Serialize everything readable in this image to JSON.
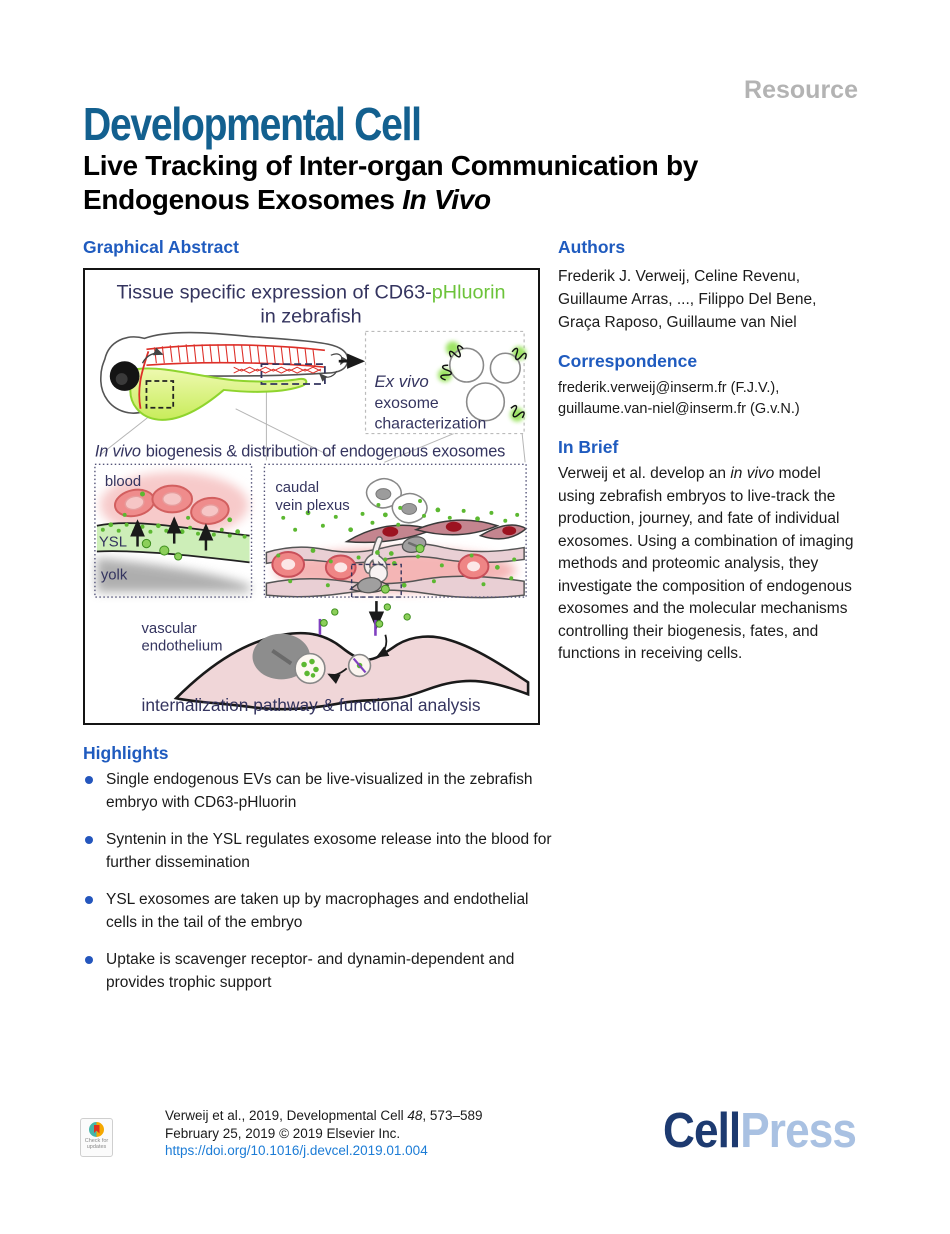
{
  "header": {
    "type_label": "Resource",
    "journal": "Developmental Cell",
    "title_line1": "Live Tracking of Inter-organ Communication by",
    "title_line2_prefix": "Endogenous Exosomes ",
    "title_line2_italic": "In Vivo"
  },
  "graphical_abstract": {
    "heading": "Graphical Abstract",
    "figure": {
      "title1": "Tissue specific expression of CD63-",
      "title1_green": "pHluorin",
      "title2": "in zebrafish",
      "exvivo_italic": "Ex vivo",
      "exvivo_line2": "exosome",
      "exvivo_line3": "characterization",
      "mid_italic": "In vivo",
      "mid_rest": "biogenesis & distribution of endogenous exosomes",
      "label_blood": "blood",
      "label_ysl": "YSL",
      "label_yolk": "yolk",
      "label_caudal_1": "caudal",
      "label_caudal_2": "vein plexus",
      "label_vascular_1": "vascular",
      "label_vascular_2": "endothelium",
      "caption": "internalization pathway & functional analysis"
    }
  },
  "authors": {
    "heading": "Authors",
    "lines": [
      "Frederik J. Verweij, Celine Revenu,",
      "Guillaume Arras, ..., Filippo Del Bene,",
      "Graça Raposo, Guillaume van Niel"
    ]
  },
  "correspondence": {
    "heading": "Correspondence",
    "lines": [
      "frederik.verweij@inserm.fr (F.J.V.),",
      "guillaume.van-niel@inserm.fr (G.v.N.)"
    ]
  },
  "in_brief": {
    "heading": "In Brief",
    "part1": "Verweij et al. develop an ",
    "italic": "in vivo",
    "part2": " model using zebrafish embryos to live-track the production, journey, and fate of individual exosomes. Using a combination of imaging methods and proteomic analysis, they investigate the composition of endogenous exosomes and the molecular mechanisms controlling their biogenesis, fates, and functions in receiving cells."
  },
  "highlights": {
    "heading": "Highlights",
    "items": [
      "Single endogenous EVs can be live-visualized in the zebrafish embryo with CD63-pHluorin",
      "Syntenin in the YSL regulates exosome release into the blood for further dissemination",
      "YSL exosomes are taken up by macrophages and endothelial cells in the tail of the embryo",
      "Uptake is scavenger receptor- and dynamin-dependent and provides trophic support"
    ]
  },
  "footer": {
    "citation_prefix": "Verweij et al., 2019, Developmental Cell ",
    "citation_volume": "48",
    "citation_suffix": ", 573–589",
    "citation_line2": "February 25, 2019 © 2019 Elsevier Inc.",
    "doi": "https://doi.org/10.1016/j.devcel.2019.01.004",
    "badge_line1": "Check for",
    "badge_line2": "updates",
    "logo_dark": "Cell",
    "logo_light": "Press"
  },
  "colors": {
    "heading_blue": "#1f5bbf",
    "journal_blue": "#13608f",
    "link_blue": "#1c7cd6",
    "figure_navy": "#34345f",
    "phluorin_green": "#6cc33a",
    "resource_gray": "#b3b3b3"
  }
}
